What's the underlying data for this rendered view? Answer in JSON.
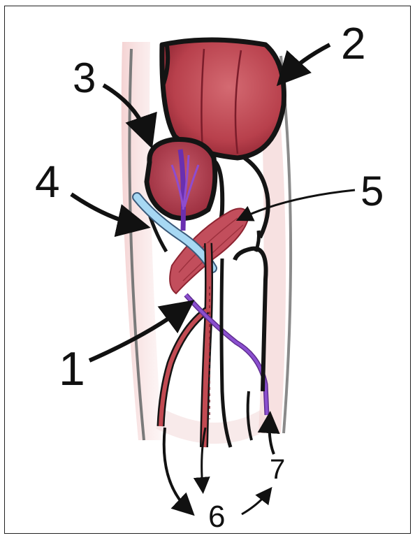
{
  "diagram": {
    "labels": [
      "1",
      "2",
      "3",
      "4",
      "5",
      "6",
      "7"
    ],
    "colors": {
      "muscle": "#c0434f",
      "muscle_dark": "#7a1c2a",
      "skin_tint": "#ecbcbc",
      "artery": "#b9383f",
      "vein": "#7b3db2",
      "nerve": "#a7d8f3",
      "outline": "#141414",
      "limb_edge": "#7a7a7a"
    }
  }
}
